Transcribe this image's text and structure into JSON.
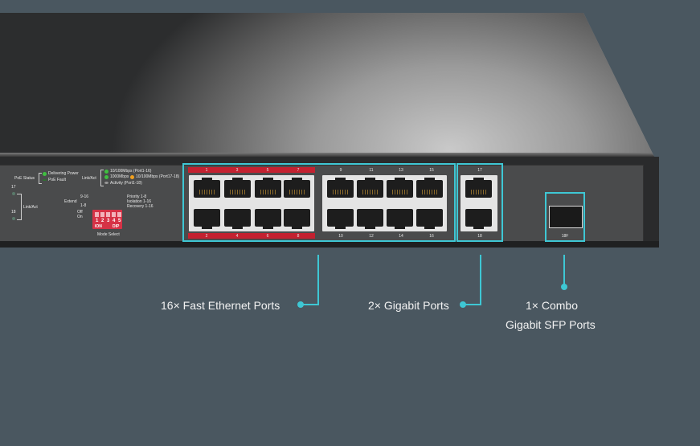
{
  "panel_labels": {
    "poe_status": "PoE Status",
    "delivering_power": "Delivering Power",
    "poe_fault": "PoE Fault",
    "link_act_header": "Link/Act",
    "speed_10_100": "10/100Mbps (Port1-16)",
    "speed_1000": "1000Mbps",
    "speed_10_100_b": "10/100Mbps (Port17-18)",
    "activity": "Activity (Port1-18)",
    "port17": "17",
    "port18": "18",
    "link_act": "Link/Act",
    "extend": "Extend",
    "extend_9_16": "9-16",
    "extend_1_8": "1-8",
    "off": "Off",
    "on": "On",
    "priority": "Priority 1-8",
    "isolation": "Isolation 1-16",
    "recovery": "Recovery 1-16",
    "dip_numbers": [
      "1",
      "2",
      "3",
      "4",
      "5"
    ],
    "dip_on": "ION",
    "dip_dip": "DIP",
    "mode_select": "Mode Select"
  },
  "ports": {
    "fast_top": [
      "1",
      "3",
      "5",
      "7",
      "9",
      "11",
      "13",
      "15"
    ],
    "fast_bottom": [
      "2",
      "4",
      "6",
      "8",
      "10",
      "12",
      "14",
      "16"
    ],
    "gig_top": "17",
    "gig_bottom": "18",
    "sfp": "18F"
  },
  "callouts": {
    "fast_ethernet": "16× Fast Ethernet Ports",
    "gigabit": "2× Gigabit Ports",
    "sfp_line1": "1× Combo",
    "sfp_line2": "Gigabit SFP Ports"
  },
  "colors": {
    "background": "#4a5760",
    "accent": "#3ec7d4",
    "poe_red": "#c42130",
    "led_green": "#3fbf3f",
    "led_orange": "#f0a020"
  }
}
